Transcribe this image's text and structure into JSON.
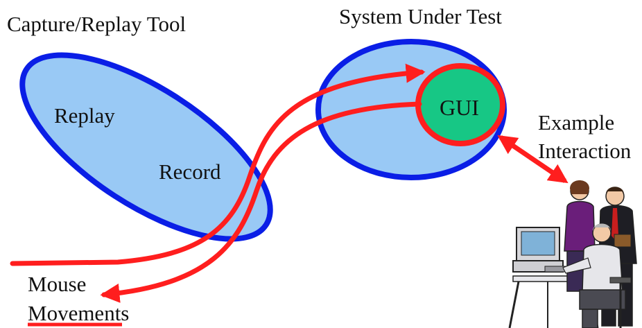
{
  "labels": {
    "capture_tool": "Capture/Replay Tool",
    "system_under_test": "System Under Test",
    "replay": "Replay",
    "record": "Record",
    "gui": "GUI",
    "example_line1": "Example",
    "example_line2": "Interaction",
    "mouse_line1": "Mouse",
    "mouse_line2": "Movements"
  },
  "colors": {
    "outline_blue": "#0a1ee6",
    "fill_light_blue": "#99c9f5",
    "arrow_red": "#ff1e1e",
    "gui_green": "#17c785"
  },
  "illustration": {
    "icon": "office-workers-at-computer-icon"
  }
}
